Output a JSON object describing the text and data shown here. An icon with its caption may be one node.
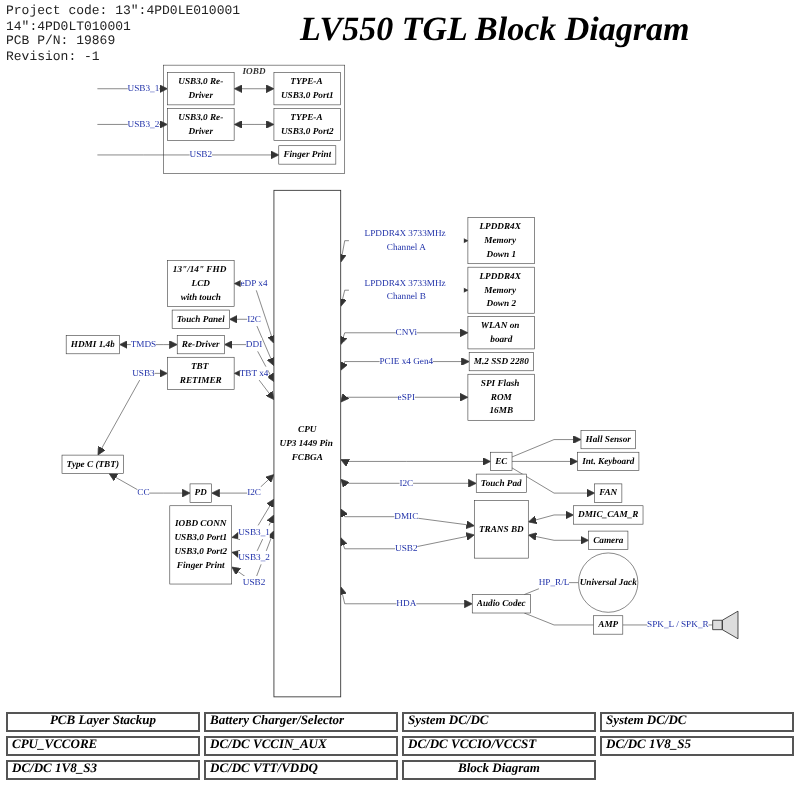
{
  "diagram": {
    "title": "LV550 TGL Block Diagram",
    "nodes": [
      {
        "text": [
          "13\"/14\" FHD LCD",
          "with touch"
        ]
      },
      {
        "text": [
          "Touch Panel"
        ]
      },
      {
        "text": [
          "HDMI 1.4b"
        ]
      },
      {
        "text": [
          "Re-Driver"
        ]
      },
      {
        "text": [
          "Type C (TBT)"
        ]
      },
      {
        "text": [
          "TBT RETIMER"
        ]
      },
      {
        "text": [
          "PD"
        ]
      },
      {
        "text": [
          "IOBD CONN",
          "USB3.0 Port1",
          "USB3.0 Port2",
          "Finger Print"
        ]
      },
      {
        "text": [
          "IOBD"
        ]
      },
      {
        "text": [
          "USB3.0 Re-Driver"
        ],
        "in": 8
      },
      {
        "text": [
          "TYPE-A USB3.0 Port1"
        ],
        "in": 8
      },
      {
        "text": [
          "USB3.0 Re-Driver"
        ],
        "in": 8
      },
      {
        "text": [
          "TYPE-A USB3.0 Port2"
        ],
        "in": 8
      },
      {
        "text": [
          "Finger Print"
        ],
        "in": 8
      },
      {
        "text": [
          "CPU",
          "UP3 1449 Pin FCBGA"
        ]
      },
      {
        "text": [
          "LPDDR4X Memory Down 1"
        ]
      },
      {
        "text": [
          "LPDDR4X Memory Down 2"
        ]
      },
      {
        "text": [
          "WLAN on board"
        ]
      },
      {
        "text": [
          "M.2 SSD 2280"
        ]
      },
      {
        "text": [
          "SPI Flash ROM",
          "16MB"
        ]
      },
      {
        "text": [
          "EC"
        ]
      },
      {
        "text": [
          "Hall Sensor"
        ]
      },
      {
        "text": [
          "Int. Keyboard"
        ]
      },
      {
        "text": [
          "FAN"
        ]
      },
      {
        "text": [
          "Touch Pad"
        ]
      },
      {
        "text": [
          "TRANS BD"
        ]
      },
      {
        "text": [
          "DMIC_CAM_R"
        ]
      },
      {
        "text": [
          "Camera"
        ]
      },
      {
        "text": [
          "Audio Codec"
        ]
      },
      {
        "text": [
          "Universal Jack"
        ]
      },
      {
        "text": [
          "AMP"
        ]
      },
      {
        "text": [],
        "shape": "picture"
      }
    ],
    "edges": [
      {
        "from": 0,
        "to": 14,
        "arrow": "both",
        "label": "eDP x4"
      },
      {
        "from": 1,
        "to": 14,
        "arrow": "both",
        "label": "I2C"
      },
      {
        "from": 2,
        "to": 3,
        "arrow": "both",
        "label": "TMDS"
      },
      {
        "from": 3,
        "to": 14,
        "arrow": "both",
        "label": "DDI"
      },
      {
        "from": 4,
        "to": 5,
        "arrow": "both",
        "label": "USB3"
      },
      {
        "from": 5,
        "to": 14,
        "arrow": "both",
        "label": "TBT x4"
      },
      {
        "from": 4,
        "to": 6,
        "arrow": "both",
        "label": "CC"
      },
      {
        "from": 6,
        "to": 14,
        "arrow": "both",
        "label": "I2C"
      },
      {
        "from": 7,
        "to": 14,
        "arrow": "both",
        "label": "USB3_1"
      },
      {
        "from": 7,
        "to": 14,
        "arrow": "both",
        "label": "USB3_2"
      },
      {
        "from": 7,
        "to": 14,
        "arrow": "both",
        "label": "USB2"
      },
      {
        "from": null,
        "to": 9,
        "arrow": "to",
        "label": "USB3_1"
      },
      {
        "from": 9,
        "to": 10,
        "arrow": "both"
      },
      {
        "from": null,
        "to": 11,
        "arrow": "to",
        "label": "USB3_2"
      },
      {
        "from": 11,
        "to": 12,
        "arrow": "both"
      },
      {
        "from": null,
        "to": 13,
        "arrow": "to",
        "label": "USB2"
      },
      {
        "from": 14,
        "to": 15,
        "arrow": "both",
        "label": "LPDDR4X 3733MHz Channel A"
      },
      {
        "from": 14,
        "to": 16,
        "arrow": "both",
        "label": "LPDDR4X 3733MHz Channel B"
      },
      {
        "from": 14,
        "to": 17,
        "arrow": "both",
        "label": "CNVi"
      },
      {
        "from": 14,
        "to": 18,
        "arrow": "both",
        "label": "PCIE x4 Gen4"
      },
      {
        "from": 14,
        "to": 19,
        "arrow": "both",
        "label": "eSPI"
      },
      {
        "from": 14,
        "to": 20,
        "arrow": "both"
      },
      {
        "from": 20,
        "to": 21,
        "arrow": "to"
      },
      {
        "from": 20,
        "to": 22,
        "arrow": "to"
      },
      {
        "from": 20,
        "to": 23,
        "arrow": "to"
      },
      {
        "from": 14,
        "to": 24,
        "arrow": "both",
        "label": "I2C"
      },
      {
        "from": 14,
        "to": 25,
        "arrow": "both",
        "label": "DMIC"
      },
      {
        "from": 14,
        "to": 25,
        "arrow": "both",
        "label": "USB2"
      },
      {
        "from": 25,
        "to": 26,
        "arrow": "both"
      },
      {
        "from": 25,
        "to": 27,
        "arrow": "both"
      },
      {
        "from": 14,
        "to": 28,
        "arrow": "both",
        "label": "HDA"
      },
      {
        "from": 28,
        "to": 29,
        "arrow": "none",
        "label": "HP_R/L"
      },
      {
        "from": 28,
        "to": 30,
        "arrow": "none"
      },
      {
        "from": 30,
        "to": 31,
        "arrow": "none",
        "label": "SPK_L / SPK_R"
      }
    ],
    "labels": [
      "Project code: 13\":4PD0LE010001",
      "14\":4PD0LT010001",
      "PCB P/N: 19869",
      "Revision: -1",
      "PCB Layer Stackup",
      "Battery Charger/Selector",
      "System DC/DC",
      "System DC/DC",
      "CPU_VCCORE",
      "DC/DC VCCIN_AUX",
      "DC/DC VCCIO/VCCST",
      "DC/DC 1V8_S5",
      "DC/DC 1V8_S3",
      "DC/DC VTT/VDDQ",
      "Block Diagram"
    ]
  }
}
